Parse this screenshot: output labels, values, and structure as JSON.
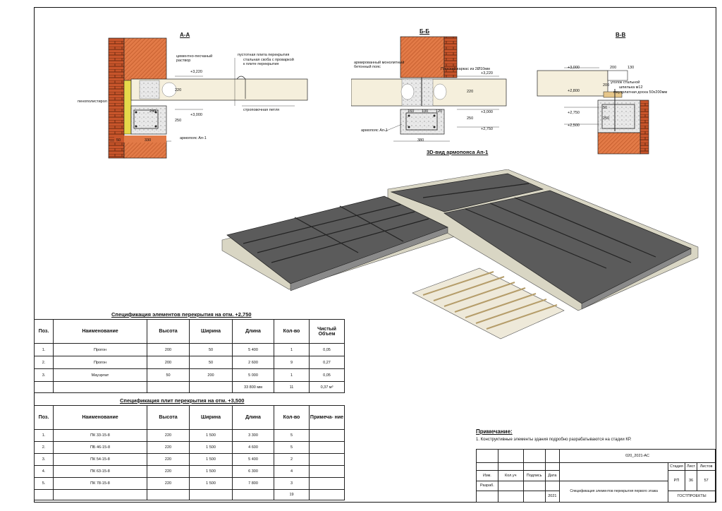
{
  "sections": {
    "aa": {
      "title": "А-А"
    },
    "bb": {
      "title": "Б-Б"
    },
    "vv": {
      "title": "В-В"
    },
    "view3d": {
      "title": "3D-вид армопояса Ап-1"
    }
  },
  "detail_aa": {
    "labels": {
      "mortar": "цементно-песчаный\nраствор",
      "hollow": "пустотная плита перекрытия",
      "bracket": "стальная скоба с проваркой\nк плите перекрытия",
      "foam": "пенополистирол",
      "armobelt": "армопояс Ап-1",
      "loop": "строповочная петля"
    },
    "dims": {
      "d1": "+3,220",
      "d2": "220",
      "d3": "240",
      "d4": "+3,000",
      "d5": "250",
      "d6": "50",
      "d7": "330"
    }
  },
  "detail_bb": {
    "labels": {
      "rebelt": "армированный монолитный\nбетонный пояс",
      "frame": "Плоский каркас из 2Ø10мм",
      "armobelt": "армопояс Ап-1"
    },
    "dims": {
      "d1": "+3,220",
      "d2": "220",
      "d3": "160",
      "d4": "100",
      "d5": "120",
      "d6": "+3,000",
      "d7": "250",
      "d8": "+2,750",
      "d9": "380"
    }
  },
  "detail_vv": {
    "labels": {
      "angle": "уголок стальной",
      "stud": "шпилька м12",
      "plate": "мауэрлатная доска 50х200мм"
    },
    "dims": {
      "d1": "+3,000",
      "d2": "200",
      "d3": "130",
      "d4": "+2,800",
      "d5": "200",
      "d6": "+2,750",
      "d7": "50",
      "d8": "250",
      "d9": "+2,500"
    }
  },
  "table1": {
    "caption": "Спецификация элементов перекрытия на отм. +2,750",
    "headers": [
      "Поз.",
      "Наименование",
      "Высота",
      "Ширина",
      "Длина",
      "Кол-во",
      "Чистый Объем"
    ],
    "rows": [
      [
        "1.",
        "Прогон",
        "200",
        "50",
        "5 400",
        "1",
        "0,05"
      ],
      [
        "2.",
        "Прогон",
        "200",
        "50",
        "2 600",
        "9",
        "0,27"
      ],
      [
        "3.",
        "Мауэрлат",
        "50",
        "200",
        "5 000",
        "1",
        "0,05"
      ],
      [
        "",
        "",
        "",
        "",
        "33 800 мм",
        "11",
        "0,37 м³"
      ]
    ]
  },
  "table2": {
    "caption": "Спецификация плит перекрытия на отм. +3,500",
    "headers": [
      "Поз.",
      "Наименование",
      "Высота",
      "Ширина",
      "Длина",
      "Кол-во",
      "Примеча- ние"
    ],
    "rows": [
      [
        "1.",
        "ПК 33-15-8",
        "220",
        "1 500",
        "3 300",
        "5",
        ""
      ],
      [
        "2.",
        "ПБ 46-15-8",
        "220",
        "1 500",
        "4 600",
        "5",
        ""
      ],
      [
        "3.",
        "ПК 54-15-8",
        "220",
        "1 500",
        "5 400",
        "2",
        ""
      ],
      [
        "4.",
        "ПК 63-15-8",
        "220",
        "1 500",
        "6 300",
        "4",
        ""
      ],
      [
        "5.",
        "ПК 78-15-8",
        "220",
        "1 500",
        "7 800",
        "3",
        ""
      ],
      [
        "",
        "",
        "",
        "",
        "",
        "19",
        ""
      ]
    ]
  },
  "note": {
    "title": "Примечание:",
    "text": "1. Конструктивные элементы здания подробно разрабатываются на стадии КР."
  },
  "stamp": {
    "code": "020_2021-АС",
    "izm": "Изм.",
    "koluch": "Кол.уч",
    "podp": "Подпись",
    "data": "Дата",
    "razrab": "Разраб.",
    "stadia": "Стадия",
    "list": "Лист",
    "listov": "Листов",
    "stadia_val": "РП",
    "list_val": "36",
    "listov_val": "57",
    "year": "2021",
    "doc_title": "Спецификация элементов перекрытия первого этажа",
    "org": "ГОСТПРОЕКТЫ"
  },
  "colors": {
    "brick": "#c8552b",
    "brick_dark": "#8e3a1c",
    "slab": "#f5efdc",
    "plate_top": "#5b5b5b",
    "insul": "#e6d94a"
  }
}
